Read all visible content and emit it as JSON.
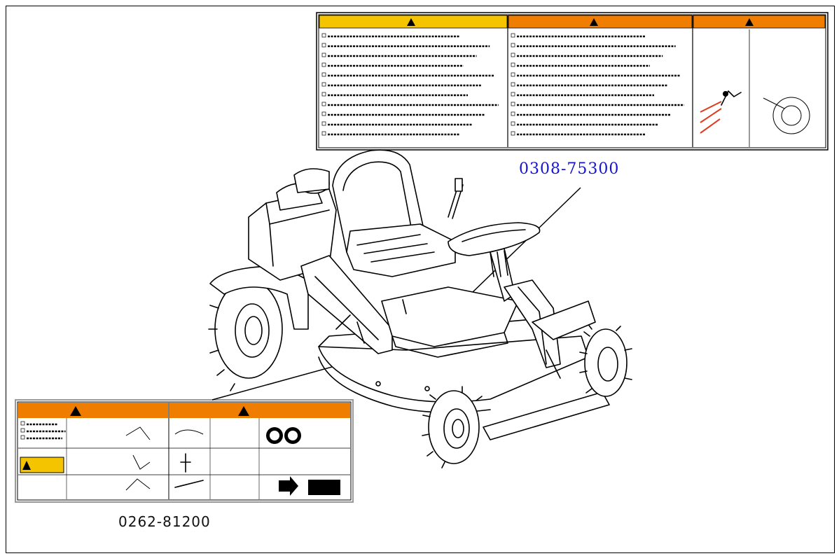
{
  "labels": {
    "top_part_number": "0308-75300",
    "bottom_part_number": "0262-81200"
  },
  "top_decal": {
    "panels": [
      {
        "header": "注意",
        "color": "#f5c400"
      },
      {
        "header": "警告",
        "color": "#ef7d00"
      },
      {
        "header": "警告",
        "color": "#ef7d00"
      }
    ]
  },
  "bottom_decal": {
    "panels": [
      {
        "header": "警告",
        "color": "#ef7d00"
      },
      {
        "header": "警告",
        "color": "#ef7d00"
      }
    ],
    "caution_badge": "注意"
  },
  "colors": {
    "accent_blue": "#1414d2",
    "warning_orange": "#ef7d00",
    "caution_yellow": "#f5c400"
  }
}
